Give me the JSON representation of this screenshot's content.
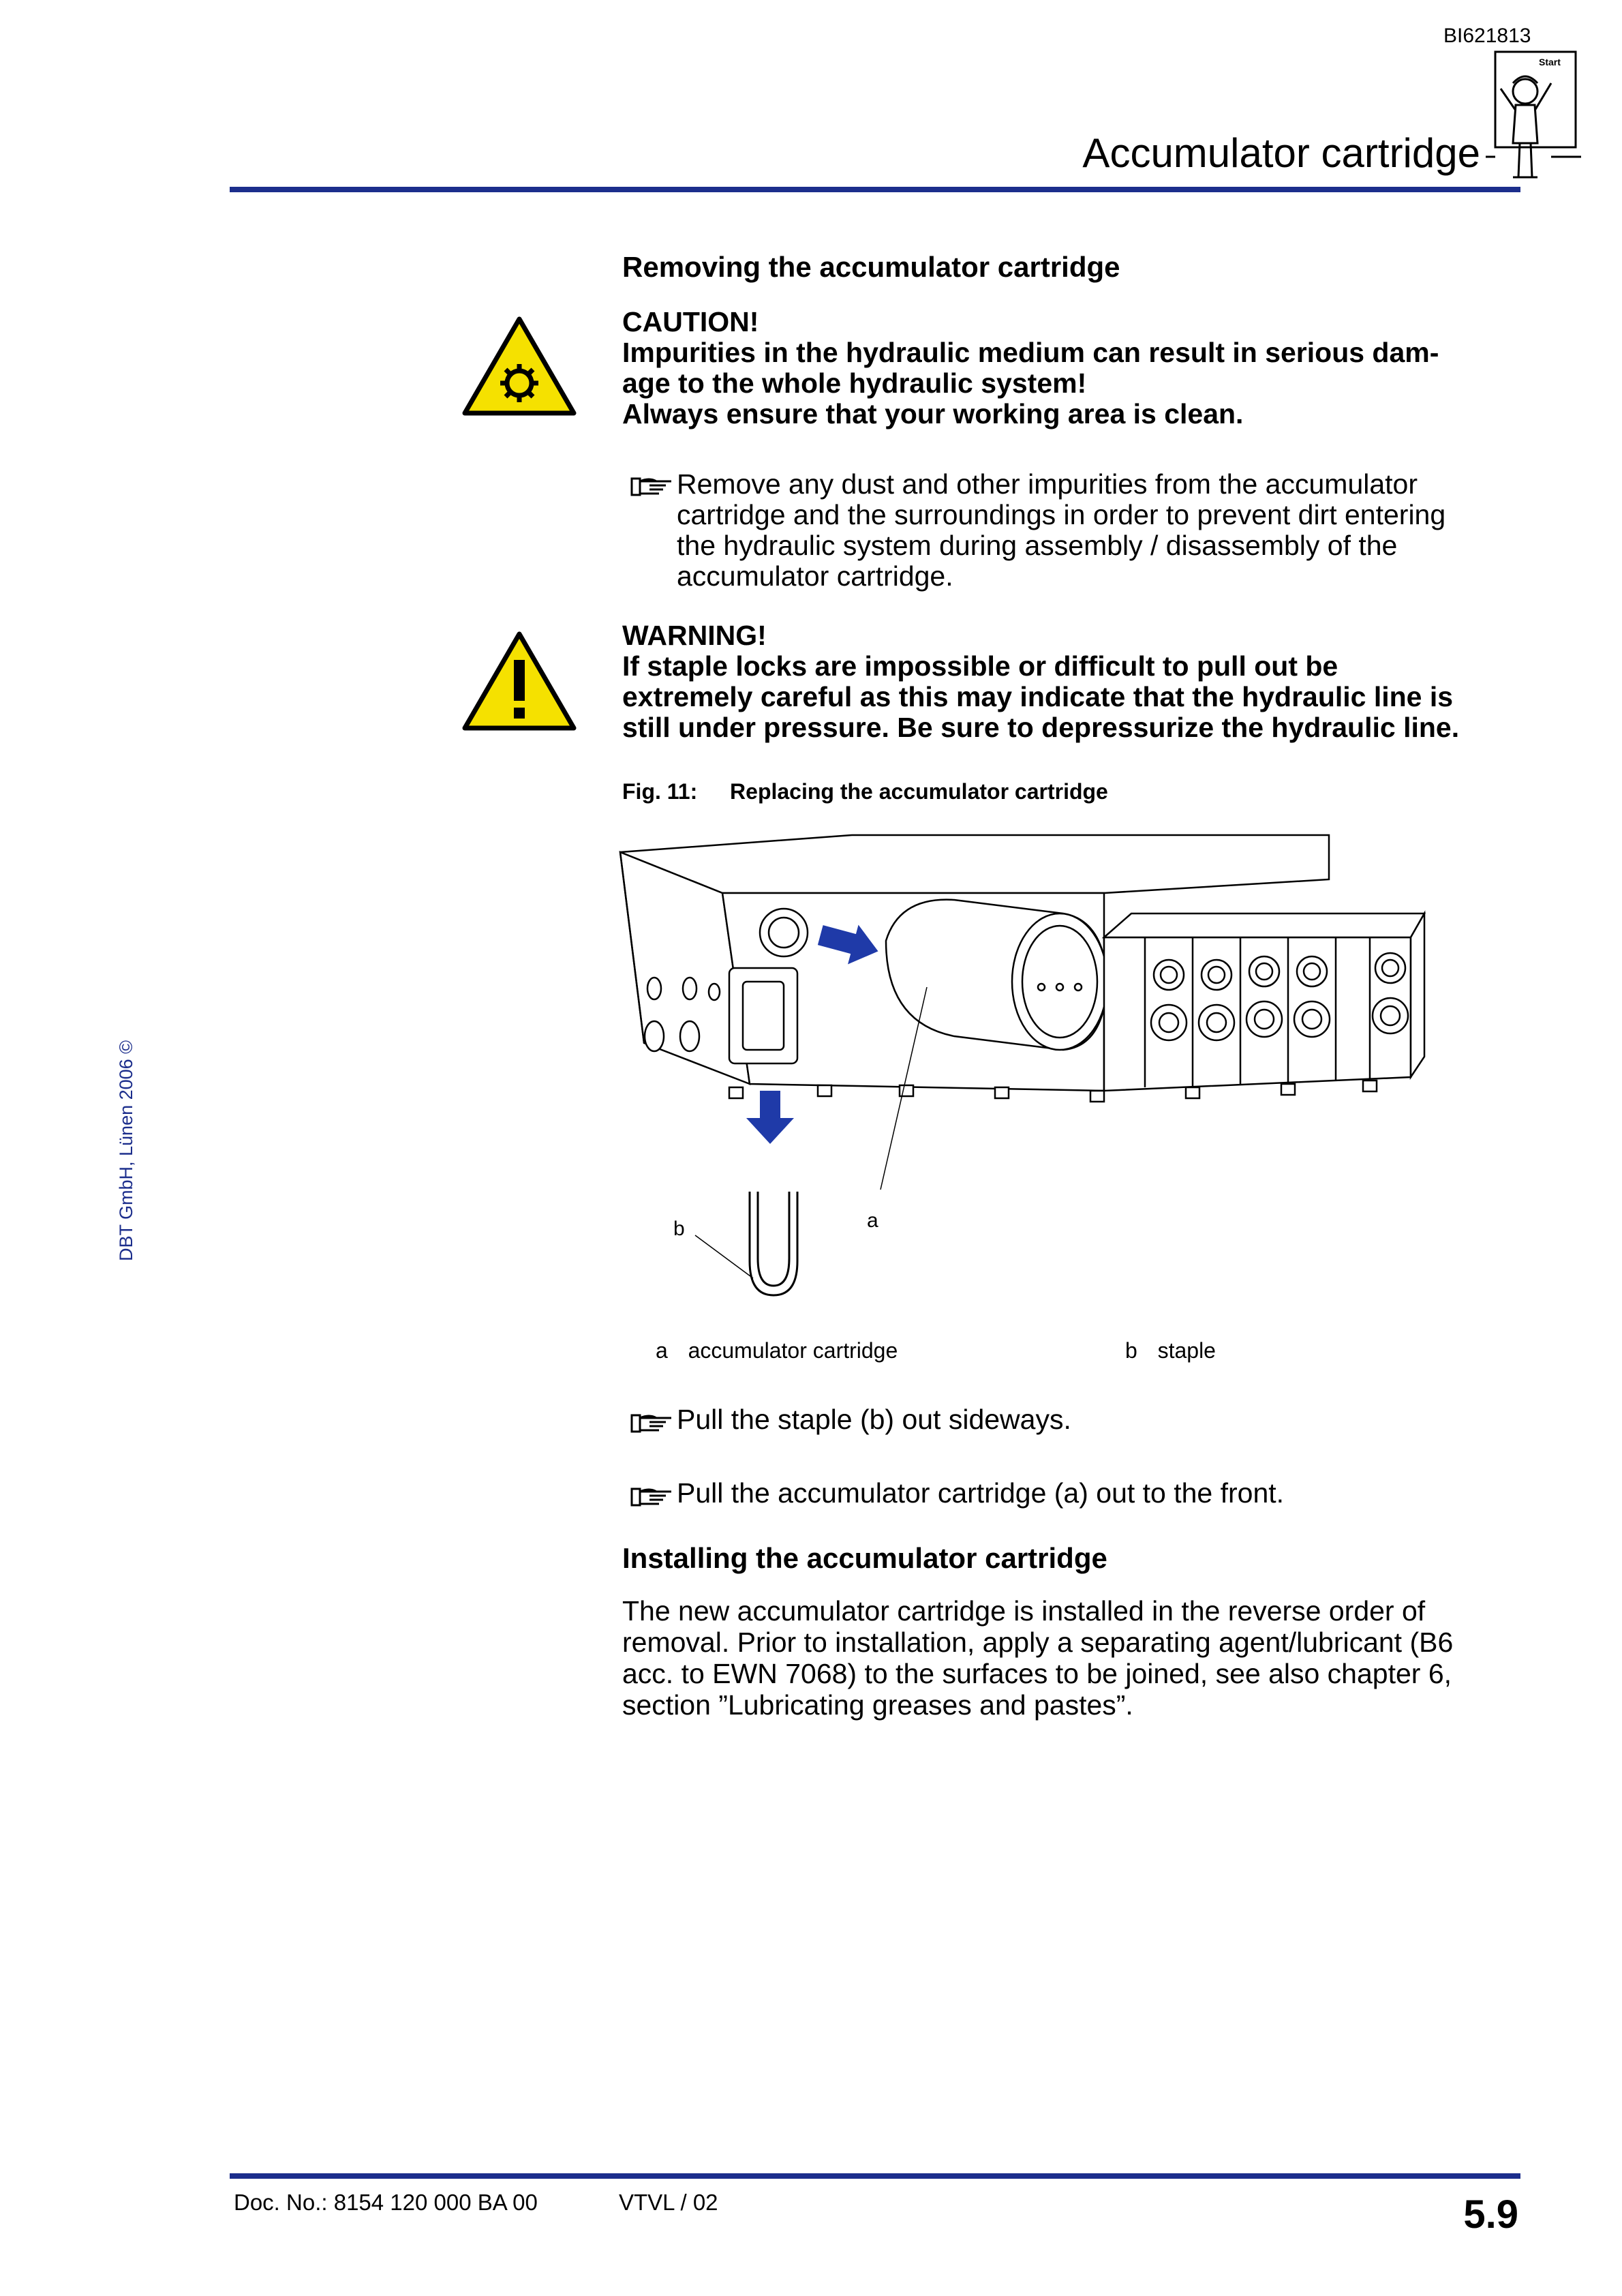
{
  "header": {
    "doc_id": "BI621813",
    "title": "Accumulator cartridge",
    "start_badge": "Start"
  },
  "sidebar": {
    "copyright": "DBT GmbH, Lünen 2006 ©"
  },
  "section_remove": {
    "heading": "Removing the accumulator cartridge",
    "caution": {
      "title": "CAUTION!",
      "line1": "Impurities in the hydraulic medium can result in serious dam-",
      "line2": "age to the whole hydraulic system!",
      "line3": "Always ensure that your working area is clean."
    },
    "step1": {
      "line1": "Remove any dust and other impurities from the accumulator",
      "line2": "cartridge and the surroundings in order to prevent dirt entering",
      "line3": "the hydraulic system during assembly / disassembly of the",
      "line4": "accumulator cartridge."
    },
    "warning": {
      "title": "WARNING!",
      "line1": "If staple locks are impossible or difficult to pull out be",
      "line2": "extremely careful as this may indicate that the hydraulic line is",
      "line3": "still under pressure. Be sure to depressurize the hydraulic line."
    }
  },
  "figure": {
    "number": "Fig. 11:",
    "caption": "Replacing the accumulator cartridge",
    "label_a": "a",
    "label_b": "b",
    "legend_a_key": "a",
    "legend_a_text": "accumulator cartridge",
    "legend_b_key": "b",
    "legend_b_text": "staple"
  },
  "steps": {
    "step2": "Pull the staple (b) out sideways.",
    "step3": "Pull the accumulator cartridge (a) out to the front."
  },
  "section_install": {
    "heading": "Installing the accumulator cartridge",
    "line1": "The new accumulator cartridge is installed in the reverse order of",
    "line2": "removal. Prior to installation, apply a separating agent/lubricant (B6",
    "line3": "acc. to EWN 7068) to the surfaces to be joined, see also chapter 6,",
    "line4": "section ”Lubricating greases and pastes”."
  },
  "footer": {
    "doc_no": "Doc. No.: 8154 120 000 BA 00",
    "version": "VTVL / 02",
    "page": "5.9"
  },
  "colors": {
    "rule_blue": "#1c2e8c",
    "arrow_blue": "#1f3aa8",
    "hazard_yellow": "#f5e100"
  }
}
